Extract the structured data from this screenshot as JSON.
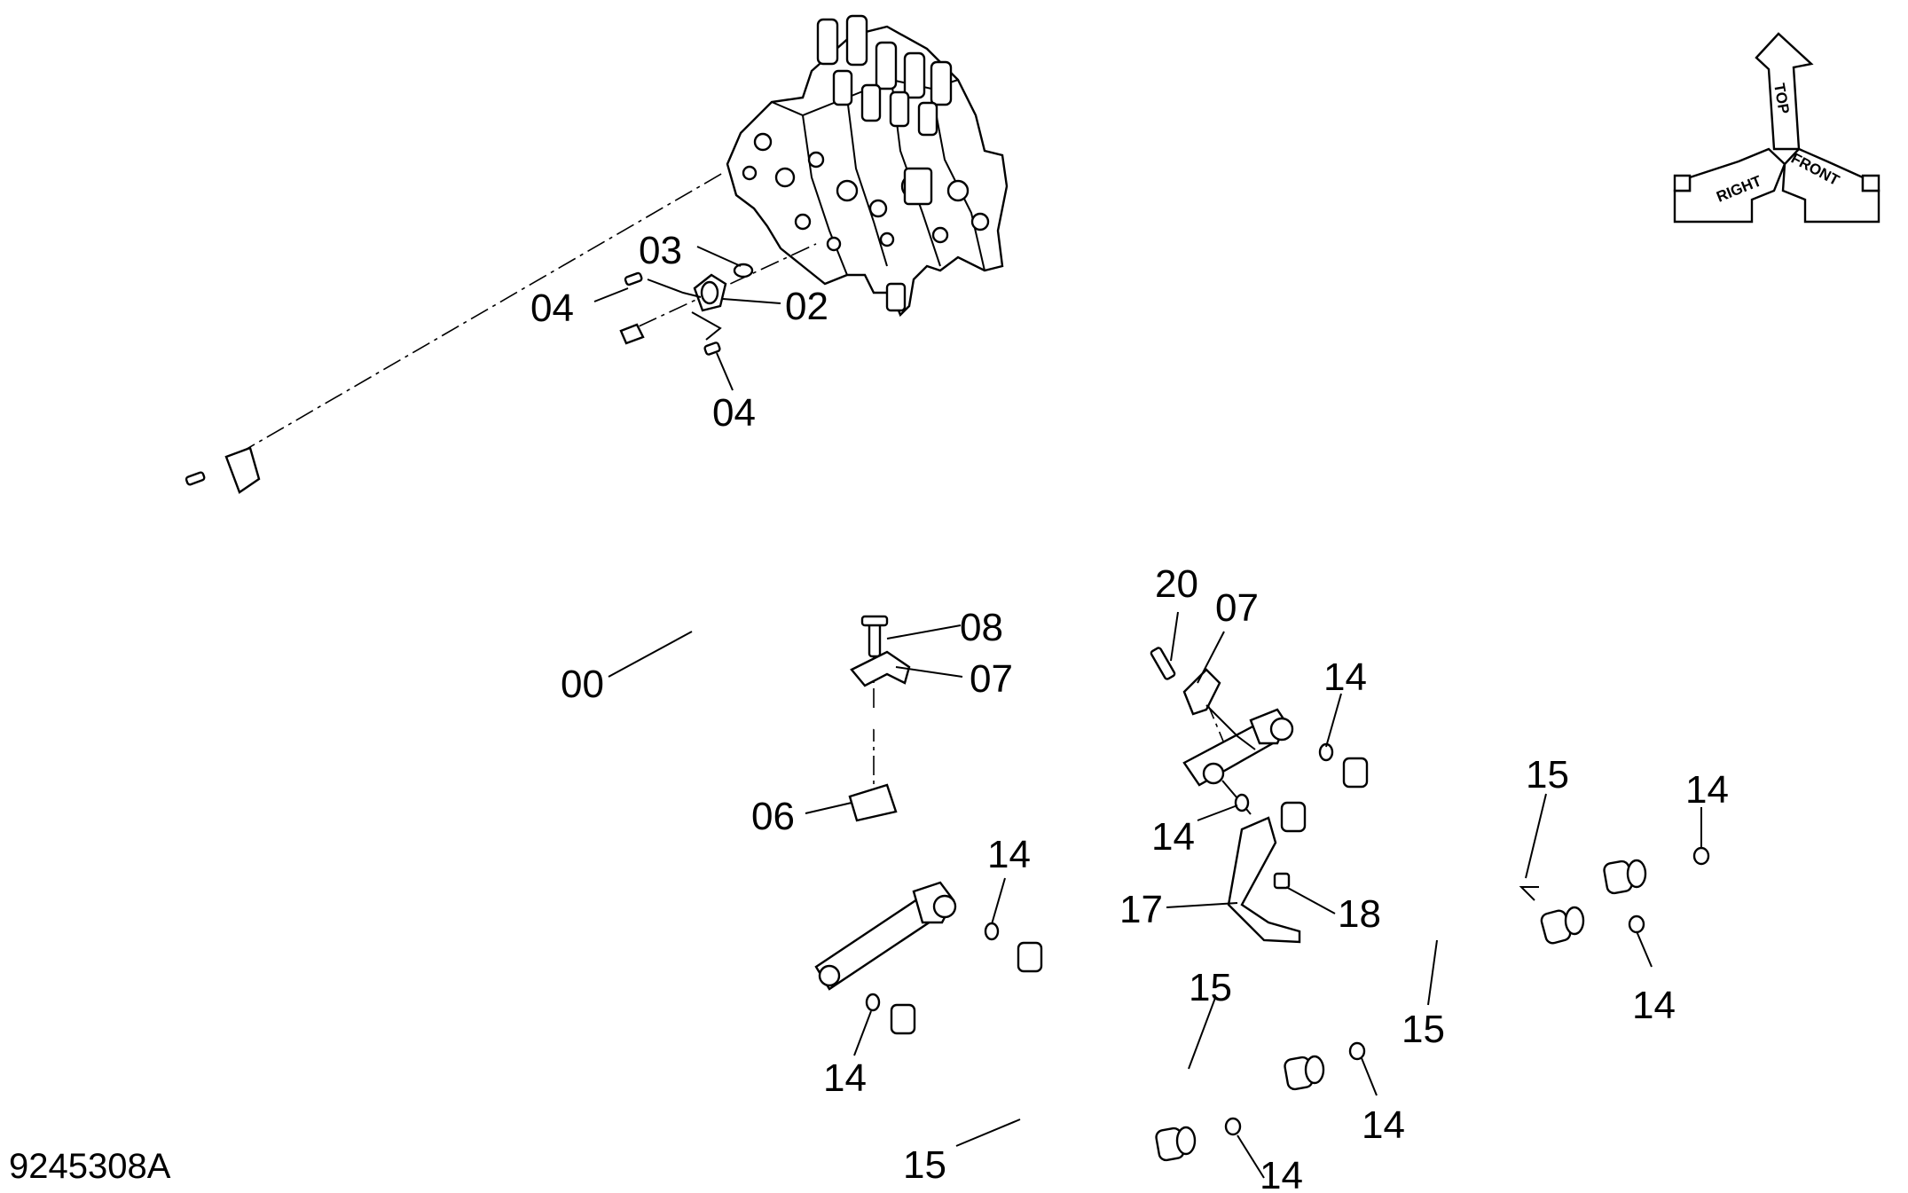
{
  "drawing_number": "9245308A",
  "orientation": {
    "top": "TOP",
    "front": "FRONT",
    "right": "RIGHT"
  },
  "labels": {
    "part_00": "00",
    "part_02": "02",
    "part_03": "03",
    "part_04_a": "04",
    "part_04_b": "04",
    "part_06": "06",
    "part_07_a": "07",
    "part_07_b": "07",
    "part_08": "08",
    "part_14_a": "14",
    "part_14_b": "14",
    "part_14_c": "14",
    "part_14_d": "14",
    "part_14_e": "14",
    "part_14_f": "14",
    "part_14_g": "14",
    "part_15_a": "15",
    "part_15_b": "15",
    "part_15_c": "15",
    "part_15_d": "15",
    "part_17": "17",
    "part_18": "18",
    "part_20": "20"
  }
}
